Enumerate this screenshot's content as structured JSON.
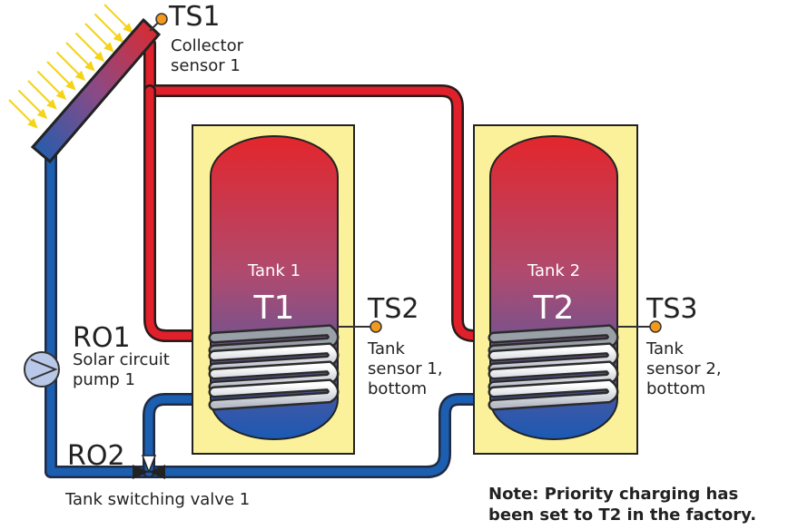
{
  "colors": {
    "hot_pipe": "#e0202a",
    "cold_pipe": "#1c5fb0",
    "tank_outer": "#fbf19a",
    "sensor": "#f39a1e",
    "sun_rays": "#f5d317"
  },
  "icons": [
    "sun-rays-icon",
    "solar-collector-icon",
    "pump-icon",
    "three-way-valve-icon",
    "sensor-dot-icon",
    "heat-exchanger-coil-icon"
  ],
  "sensors": {
    "ts1": {
      "id": "TS1",
      "line1": "Collector",
      "line2": "sensor 1"
    },
    "ts2": {
      "id": "TS2",
      "line1": "Tank",
      "line2": "sensor 1,",
      "line3": "bottom"
    },
    "ts3": {
      "id": "TS3",
      "line1": "Tank",
      "line2": "sensor 2,",
      "line3": "bottom"
    }
  },
  "tanks": {
    "t1": {
      "label": "Tank 1",
      "id": "T1"
    },
    "t2": {
      "label": "Tank 2",
      "id": "T2"
    }
  },
  "outputs": {
    "ro1": {
      "id": "RO1",
      "line1": "Solar circuit",
      "line2": "pump 1"
    },
    "ro2": {
      "id": "RO2",
      "label": "Tank switching valve 1"
    }
  },
  "note": {
    "line1": "Note: Priority charging has",
    "line2": "been set to T2 in the factory."
  }
}
